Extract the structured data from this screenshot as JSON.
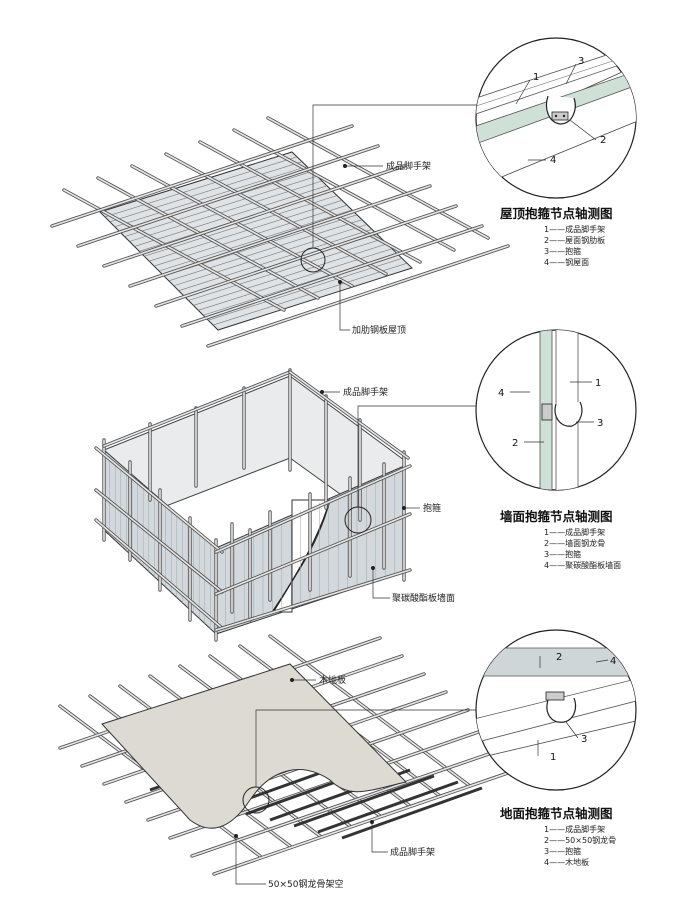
{
  "roof": {
    "callout_scaffold": "成品脚手架",
    "callout_roof": "加肋钢板屋顶",
    "detail_title": "屋顶抱箍节点轴测图",
    "legend": [
      "1——成品脚手架",
      "2——屋面钢肋板",
      "3——抱箍",
      "4——钢屋面"
    ],
    "detail_numbers": [
      "1",
      "2",
      "3",
      "4"
    ]
  },
  "wall": {
    "callout_scaffold": "成品脚手架",
    "callout_clamp": "抱箍",
    "callout_wall": "聚碳酸酯板墙面",
    "detail_title": "墙面抱箍节点轴测图",
    "legend": [
      "1——成品脚手架",
      "2——墙面钢龙骨",
      "3——抱箍",
      "4——聚碳酸酯板墙面"
    ],
    "detail_numbers": [
      "1",
      "2",
      "3",
      "4"
    ]
  },
  "floor": {
    "callout_wood": "木地板",
    "callout_scaffold": "成品脚手架",
    "callout_joist": "50×50钢龙骨架空",
    "detail_title": "地面抱箍节点轴测图",
    "legend": [
      "1——成品脚手架",
      "2——50×50钢龙骨",
      "3——抱箍",
      "4——木地板"
    ],
    "detail_numbers": [
      "1",
      "2",
      "3",
      "4"
    ]
  },
  "colors": {
    "pipe": "#555555",
    "panel": "#d9dde0",
    "wood": "#dcdad2",
    "line": "#222222"
  }
}
